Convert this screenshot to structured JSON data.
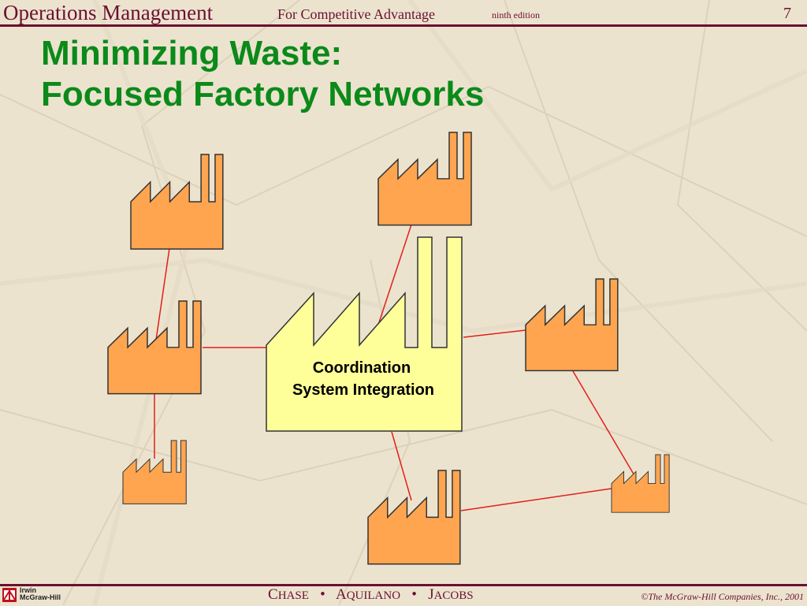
{
  "header": {
    "main": "Operations Management",
    "subtitle": "For Competitive Advantage",
    "edition": "ninth edition",
    "page_number": "7"
  },
  "title": {
    "line1": "Minimizing Waste:",
    "line2": "Focused Factory Networks"
  },
  "diagram": {
    "center_label_line1": "Coordination",
    "center_label_line2": "System Integration",
    "center_fill": "#ffff99",
    "factory_fill": "#ffa54f",
    "connector_color": "#e0201a"
  },
  "footer": {
    "authors": [
      {
        "initial": "C",
        "rest": "HASE"
      },
      {
        "initial": "A",
        "rest": "QUILANO"
      },
      {
        "initial": "J",
        "rest": "ACOBS"
      }
    ],
    "separator": "•",
    "copyright": "©The McGraw-Hill Companies, Inc., 2001",
    "logo_line1": "Irwin",
    "logo_line2": "McGraw-Hill"
  },
  "colors": {
    "header_text": "#6b1030",
    "title_text": "#0b8a1a",
    "background": "#ece3cf"
  }
}
